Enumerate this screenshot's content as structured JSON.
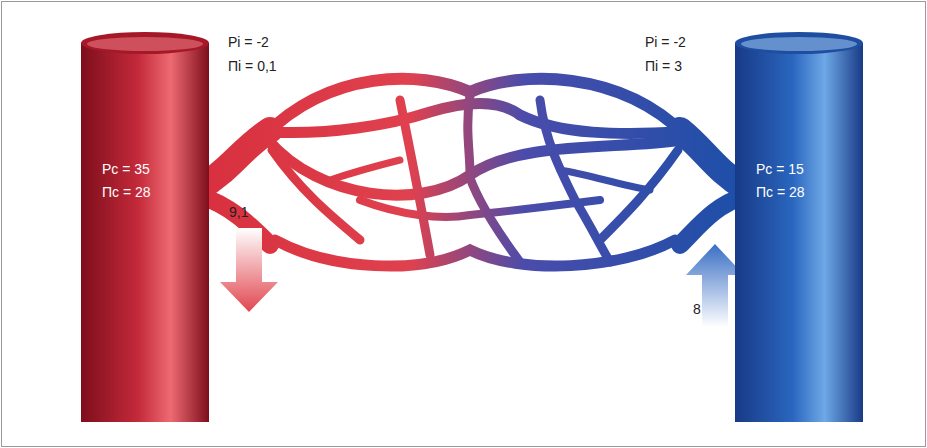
{
  "diagram": {
    "nodes": [
      {
        "text": [
          "Pc = 35",
          "Πc = 28"
        ]
      },
      {
        "text": [
          "Pc = 15",
          "Πc = 28"
        ]
      }
    ],
    "labels": [
      "Pi = -2",
      "Πi = 0,1",
      "9,1",
      "Pi = -2",
      "Πi = 3",
      "8"
    ]
  }
}
